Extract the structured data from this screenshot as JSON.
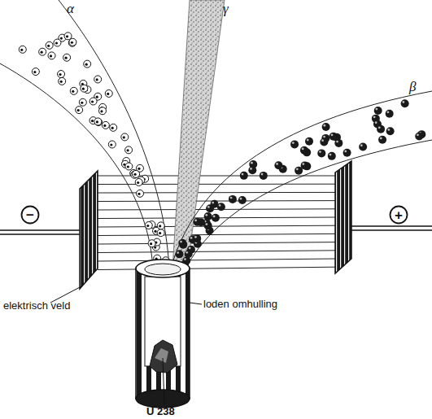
{
  "diagram": {
    "nodes": [
      {
        "text": [
          "−"
        ]
      },
      {
        "text": [
          "+"
        ]
      }
    ],
    "labels": [
      "α",
      "γ",
      "β",
      "elektrisch veld",
      "loden omhulling",
      "U 238"
    ]
  }
}
